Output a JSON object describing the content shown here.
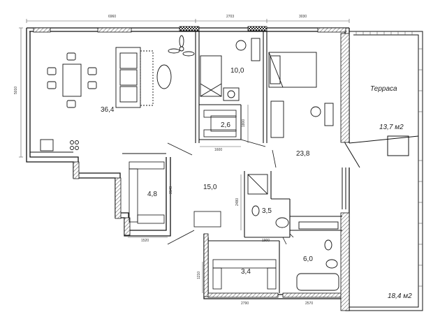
{
  "plan": {
    "dimensions": {
      "top_1": "6960",
      "top_2": "2703",
      "top_3": "3030",
      "left": "5010",
      "mid_v": "1800",
      "closet_w": "1600",
      "hall_v": "3149",
      "hall_w": "1520",
      "bath_v": "2480",
      "bath_w": "1900",
      "wc_v": "1210",
      "bottom_1": "2790",
      "bottom_2": "2570"
    },
    "rooms": {
      "living": "36,4",
      "bedroom_small": "10,0",
      "wardrobe": "2,6",
      "bedroom_large": "23,8",
      "closet": "4,8",
      "hall": "15,0",
      "bath": "3,5",
      "utility": "3,4",
      "bathroom": "6,0"
    },
    "terrace": {
      "label": "Терраса",
      "area_upper": "13,7 м2",
      "area_lower": "18,4 м2"
    }
  }
}
